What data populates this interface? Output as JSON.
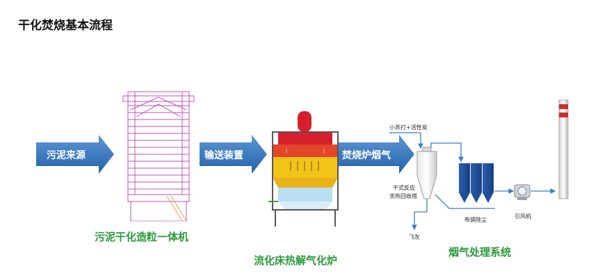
{
  "title": "干化焚烧基本流程",
  "arrows": {
    "source": "污泥来源",
    "conveyor": "输送装置",
    "flue_gas": "焚烧炉烟气"
  },
  "equipment": {
    "dryer": "污泥干化造粒一体机",
    "furnace": "流化床热解气化炉",
    "gas_system": "烟气处理系统"
  },
  "gas_labels": {
    "additive": "小苏打+活性炭",
    "reactor_line1": "干式反应",
    "reactor_line2": "余热回收塔",
    "fly_ash": "飞灰",
    "bag_filter": "布袋除尘",
    "fan": "引风机"
  },
  "colors": {
    "arrow_blue": "#2e6fb3",
    "label_green": "#2a9a3a",
    "dryer_outline": "#c050b8",
    "furnace_red": "#d61f2c",
    "furnace_yellow": "#f2c318",
    "bag_filter_blue": "#1e4f9a",
    "line_blue": "#3b7dc4",
    "chimney_red": "#c8302e"
  }
}
